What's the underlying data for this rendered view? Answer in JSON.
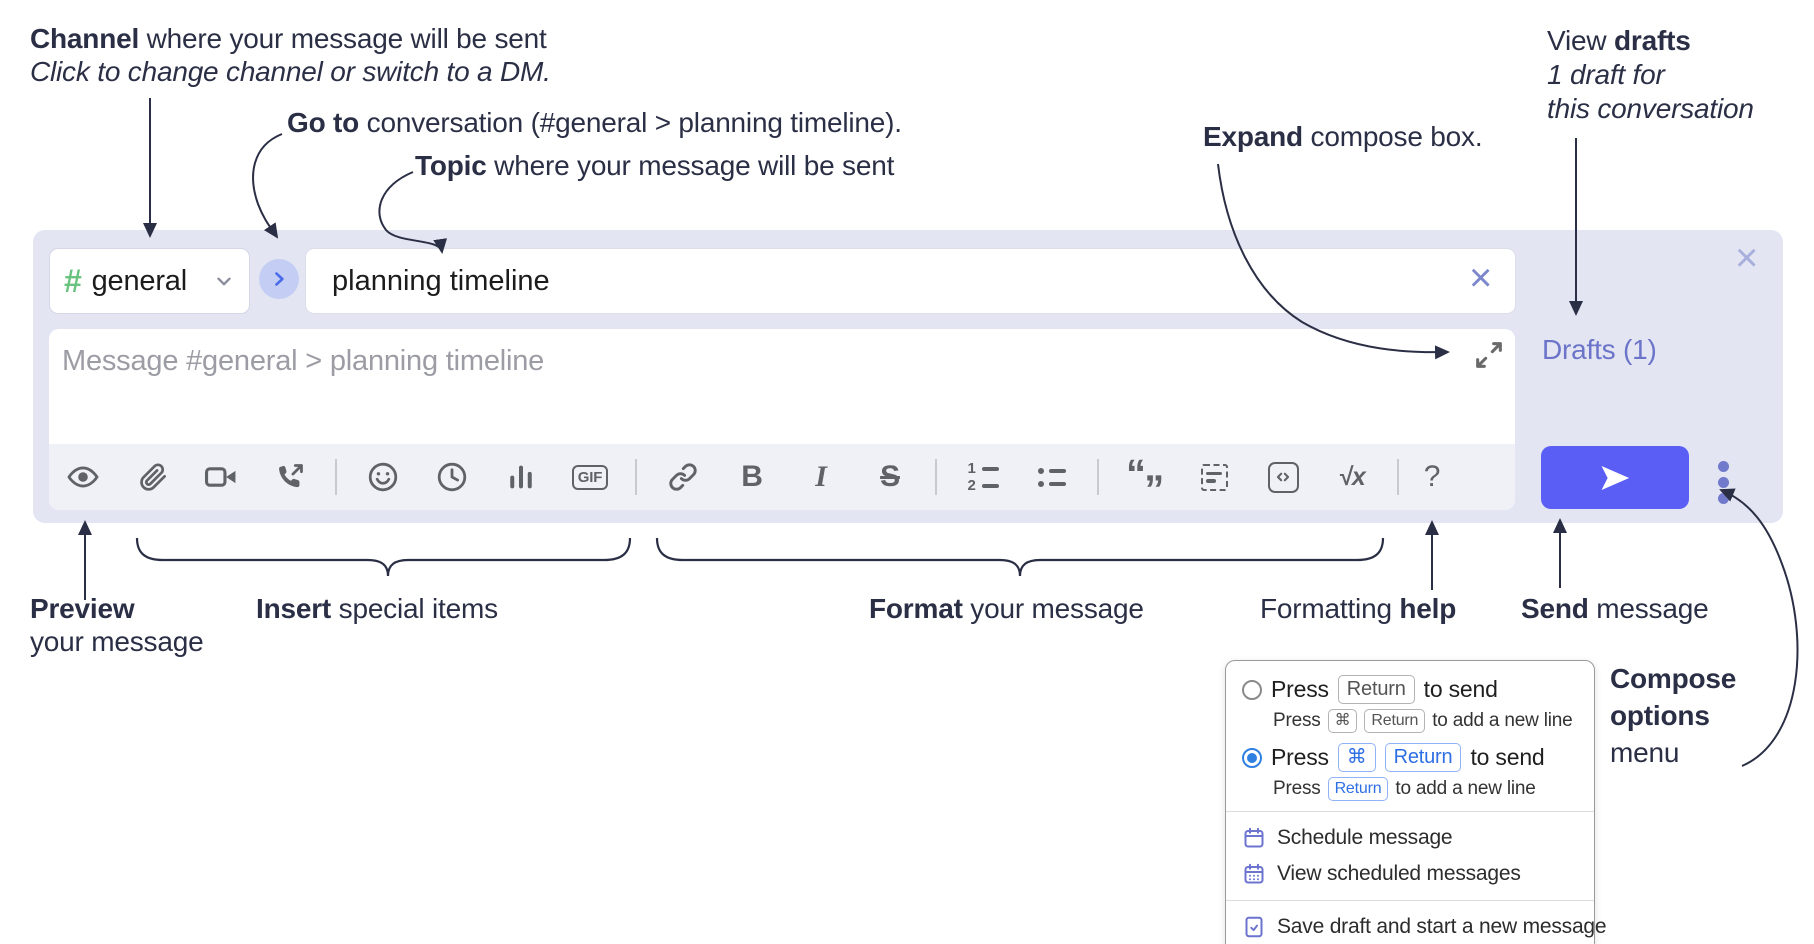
{
  "colors": {
    "annotation_text": "#2b2f45",
    "compose_bg": "#e3e5f3",
    "toolbar_bg": "#f0f1f6",
    "icon_gray": "#5f6368",
    "hash_green": "#69c27e",
    "goto_circle_bg": "#c4cdf4",
    "goto_arrow_blue": "#4a6ce8",
    "drafts_link": "#6b74c8",
    "send_button_bg": "#5a5ef5",
    "options_dots": "#7079ca",
    "close_x": "#a8afdd",
    "clear_x": "#7d88cc",
    "placeholder_gray": "#9c9ca4",
    "radio_selected_blue": "#2f80e0",
    "key_blue": "#2f6fe4",
    "menu_icon_purple": "#6d74cf"
  },
  "annotations": {
    "channel_bold": "Channel",
    "channel_rest": " where your message will be sent",
    "channel_italic": "Click to change channel or switch to a DM.",
    "goto_bold": "Go to",
    "goto_rest": " conversation (#general > planning timeline).",
    "topic_bold": "Topic",
    "topic_rest": " where your message will be sent",
    "expand_bold": "Expand",
    "expand_rest": " compose box.",
    "view_drafts_pre": "View ",
    "view_drafts_bold": "drafts",
    "view_drafts_italic1": "1 draft for",
    "view_drafts_italic2": "this conversation",
    "preview_bold": "Preview",
    "preview_line2": "your message",
    "insert_bold": "Insert",
    "insert_rest": " special items",
    "format_bold": "Format",
    "format_rest": " your message",
    "help_pre": "Formatting ",
    "help_bold": "help",
    "send_bold": "Send",
    "send_rest": " message",
    "compose_options_bold1": "Compose",
    "compose_options_bold2": "options",
    "compose_options_rest": "menu"
  },
  "compose": {
    "channel_name": "general",
    "hash_glyph": "#",
    "topic_value": "planning timeline",
    "clear_x_glyph": "×",
    "close_x_glyph": "×",
    "message_placeholder": "Message #general > planning timeline",
    "drafts_label": "Drafts (1)",
    "toolbar_icons": [
      "preview-eye",
      "attach-paperclip",
      "video-call",
      "voice-call",
      "emoji",
      "schedule-clock",
      "poll-bar-chart",
      "gif",
      "link",
      "bold",
      "italic",
      "strikethrough",
      "numbered-list",
      "bulleted-list",
      "quote",
      "spoiler",
      "code",
      "math",
      "message-formatting-help"
    ],
    "icon_glyphs": {
      "bold": "B",
      "italic": "I",
      "strike": "S",
      "gif": "GIF",
      "math": "√x",
      "help": "?",
      "quote_open": "“",
      "quote_close": "”",
      "ol_1": "1",
      "ol_2": "2"
    }
  },
  "popup": {
    "options": [
      {
        "selected": false,
        "pre": "Press",
        "keys": [
          "Return"
        ],
        "post": "to send",
        "sub_pre": "Press",
        "sub_keys": [
          "⌘",
          "Return"
        ],
        "sub_post": "to add a new line"
      },
      {
        "selected": true,
        "pre": "Press",
        "keys": [
          "⌘",
          "Return"
        ],
        "post": "to send",
        "sub_pre": "Press",
        "sub_keys": [
          "Return"
        ],
        "sub_post": "to add a new line"
      }
    ],
    "menu_items": [
      {
        "icon": "calendar",
        "label": "Schedule message"
      },
      {
        "icon": "calendar-days",
        "label": "View scheduled messages"
      },
      {
        "icon": "save-draft-document",
        "label": "Save draft and start a new message"
      }
    ]
  }
}
